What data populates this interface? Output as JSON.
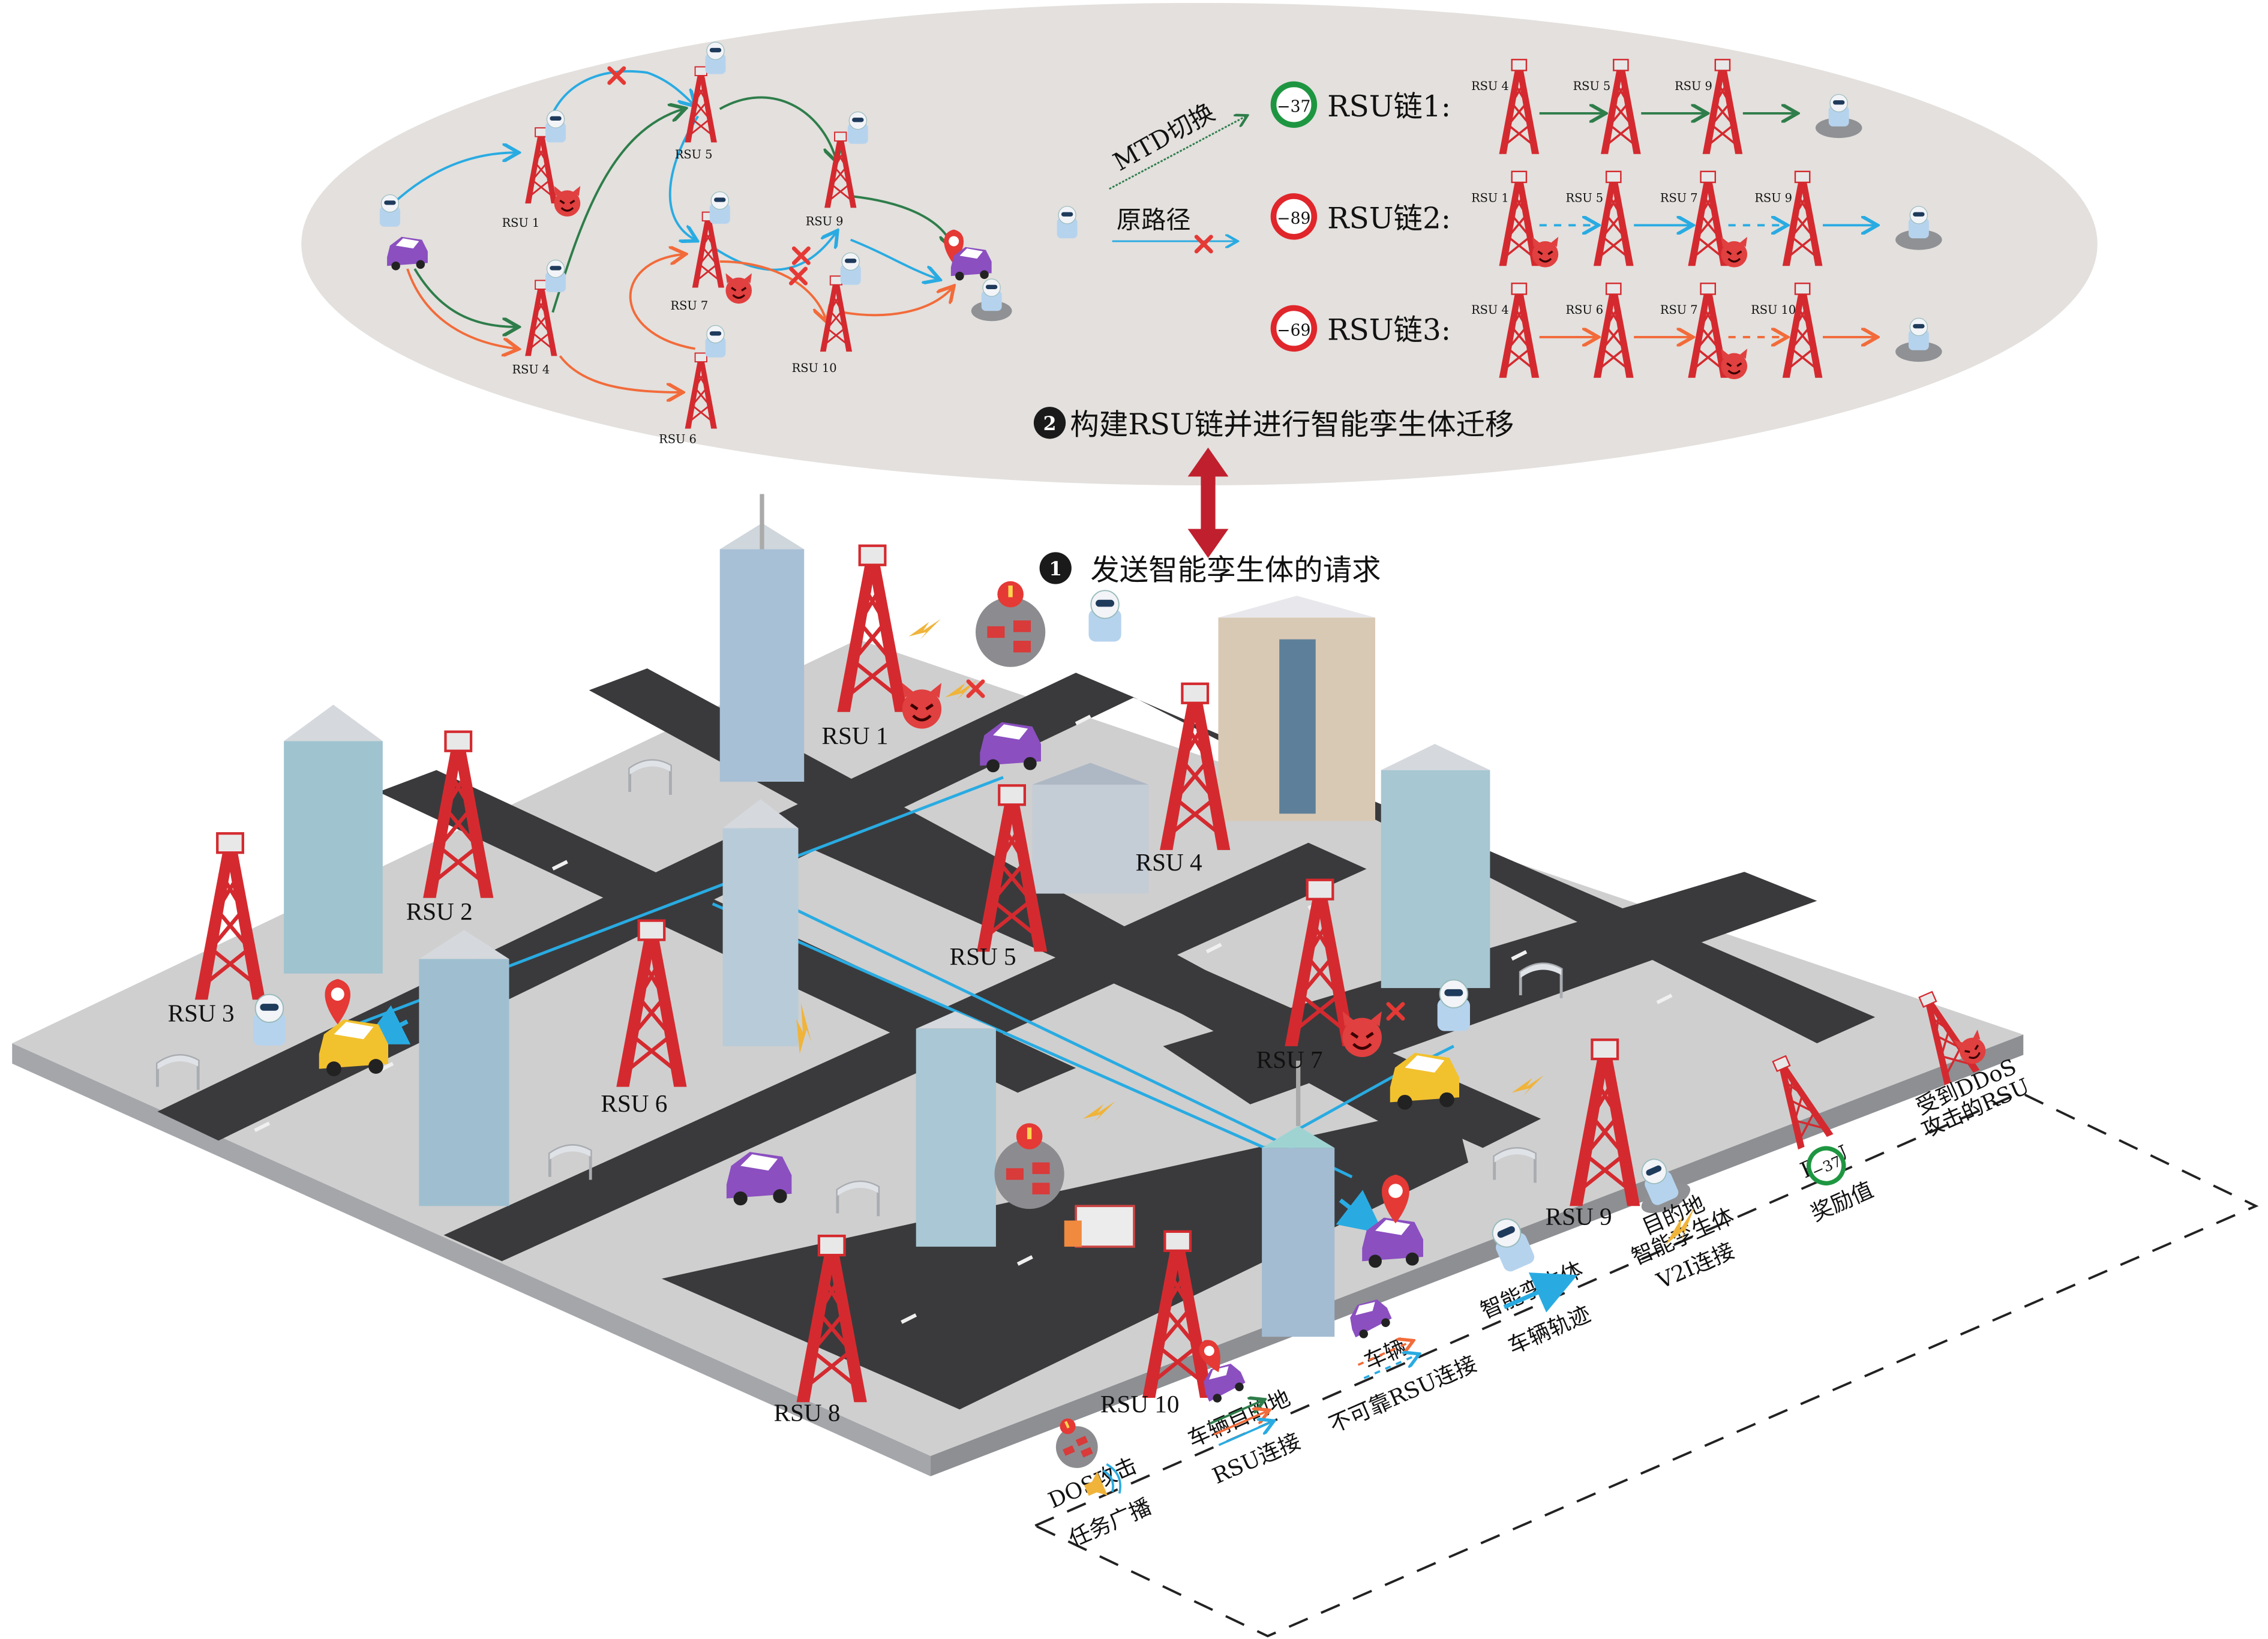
{
  "top_panel": {
    "step2_number": "2",
    "step2_label": "构建RSU链并进行智能孪生体迁移",
    "graph_nodes": [
      {
        "id": "rsu1",
        "label": "RSU 1",
        "attacked": true
      },
      {
        "id": "rsu4",
        "label": "RSU 4",
        "attacked": false
      },
      {
        "id": "rsu5",
        "label": "RSU 5",
        "attacked": false
      },
      {
        "id": "rsu6",
        "label": "RSU 6",
        "attacked": false
      },
      {
        "id": "rsu7",
        "label": "RSU 7",
        "attacked": true
      },
      {
        "id": "rsu9",
        "label": "RSU 9",
        "attacked": false
      },
      {
        "id": "rsu10",
        "label": "RSU 10",
        "attacked": false
      }
    ],
    "mtd_label": "MTD切换",
    "original_label": "原路径",
    "chains": [
      {
        "name": "RSU链1:",
        "reward": "−37",
        "reward_color": "#1e9641",
        "line_color": "#2e7d4a",
        "nodes": [
          "RSU 4",
          "RSU 5",
          "RSU 9"
        ],
        "attacked": [
          false,
          false,
          false
        ],
        "unreliable_links": [
          false,
          false,
          false
        ]
      },
      {
        "name": "RSU链2:",
        "reward": "−89",
        "reward_color": "#e0262b",
        "line_color": "#29abe2",
        "nodes": [
          "RSU 1",
          "RSU 5",
          "RSU 7",
          "RSU 9"
        ],
        "attacked": [
          true,
          false,
          true,
          false
        ],
        "unreliable_links": [
          true,
          false,
          true,
          false
        ]
      },
      {
        "name": "RSU链3:",
        "reward": "−69",
        "reward_color": "#e0262b",
        "line_color": "#f26b3a",
        "nodes": [
          "RSU 4",
          "RSU 6",
          "RSU 7",
          "RSU 10"
        ],
        "attacked": [
          false,
          false,
          true,
          false
        ],
        "unreliable_links": [
          false,
          false,
          true,
          false
        ]
      }
    ]
  },
  "bottom_panel": {
    "step1_number": "1",
    "step1_label": "发送智能孪生体的请求",
    "rsu_labels": [
      "RSU 1",
      "RSU 2",
      "RSU 3",
      "RSU 4",
      "RSU 5",
      "RSU 6",
      "RSU 7",
      "RSU 8",
      "RSU 9",
      "RSU 10"
    ]
  },
  "legend": {
    "items": [
      {
        "icon": "dos-attack-icon",
        "label": "DOS攻击"
      },
      {
        "icon": "broadcast-icon",
        "label": "任务广播"
      },
      {
        "icon": "vehicle-destination-icon",
        "label": "车辆目的地"
      },
      {
        "icon": "rsu-link-arrows-icon",
        "label": "RSU连接"
      },
      {
        "icon": "vehicle-icon",
        "label": "车辆"
      },
      {
        "icon": "unreliable-link-icon",
        "label": "不可靠RSU连接"
      },
      {
        "icon": "twin-icon",
        "label": "智能孪生体"
      },
      {
        "icon": "trajectory-arrow-icon",
        "label": "车辆轨迹"
      },
      {
        "icon": "destination-twin-icon",
        "label_line1": "目的地",
        "label_line2": "智能孪生体"
      },
      {
        "icon": "v2i-icon",
        "label": "V2I连接"
      },
      {
        "icon": "rsu-icon",
        "label": "RSU"
      },
      {
        "icon": "reward-icon",
        "label": "奖励值",
        "value": "−37"
      },
      {
        "icon": "attacked-rsu-icon",
        "label_line1": "受到DDoS",
        "label_line2": "攻击的RSU"
      }
    ]
  },
  "colors": {
    "panel_bg": "#e3e0dd",
    "road": "#3a3a3c",
    "sidewalk": "#cfcfcf",
    "tower": "#d42a2f",
    "arrow_red": "#c0202e",
    "green": "#2e7d4a",
    "blue": "#29abe2",
    "orange": "#f26b3a",
    "bolt": "#f0b43a",
    "car_purple": "#8b4fc0",
    "car_yellow": "#f2c12e"
  }
}
